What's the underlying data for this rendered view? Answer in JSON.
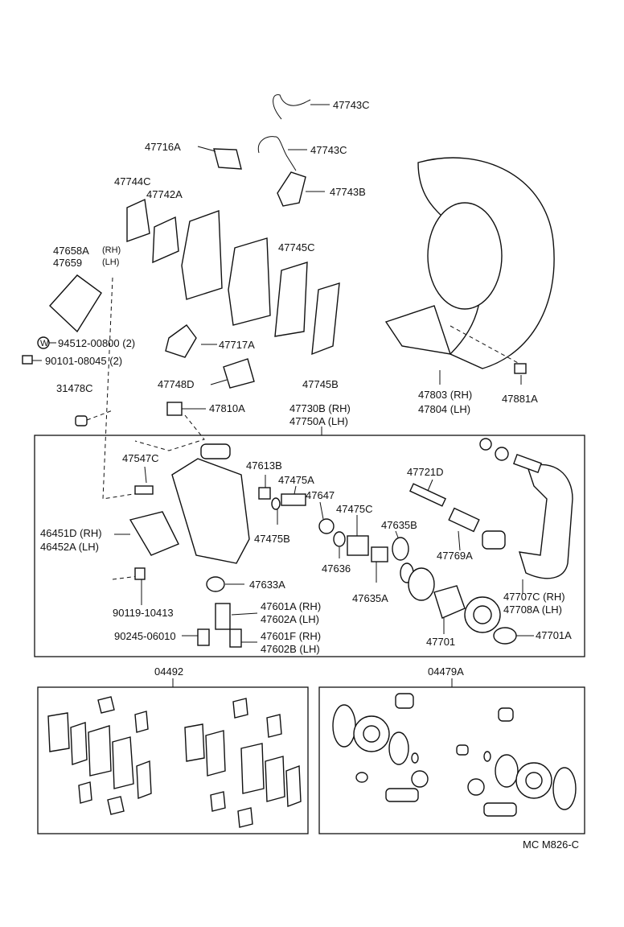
{
  "labels": {
    "l47743C_a": "47743C",
    "l47716A": "47716A",
    "l47743C_b": "47743C",
    "l47744C": "47744C",
    "l47742A": "47742A",
    "l47743B": "47743B",
    "l47658A": "47658A",
    "l47658A_rh": "(RH)",
    "l47659": "47659",
    "l47659_lh": "(LH)",
    "l47745C": "47745C",
    "l94512": "94512-00800 (2)",
    "l90101": "90101-08045 (2)",
    "l47717A": "47717A",
    "l47748D": "47748D",
    "l47745B": "47745B",
    "l47803": "47803 (RH)",
    "l47804": "47804 (LH)",
    "l47881A": "47881A",
    "l31478C": "31478C",
    "l47810A": "47810A",
    "l47730B": "47730B (RH)",
    "l47750A": "47750A (LH)",
    "l47547C": "47547C",
    "l47613B": "47613B",
    "l47475A": "47475A",
    "l47647": "47647",
    "l47721D": "47721D",
    "l47475C": "47475C",
    "l47635B": "47635B",
    "l46451D": "46451D (RH)",
    "l46452A": "46452A (LH)",
    "l47475B": "47475B",
    "l47636": "47636",
    "l47769A": "47769A",
    "l47635A": "47635A",
    "l47633A": "47633A",
    "l47707C": "47707C (RH)",
    "l47708A": "47708A (LH)",
    "l90119": "90119-10413",
    "l47601A": "47601A (RH)",
    "l47602A": "47602A (LH)",
    "l90245": "90245-06010",
    "l47601F": "47601F (RH)",
    "l47602B": "47602B (LH)",
    "l47701": "47701",
    "l47701A": "47701A",
    "l04492": "04492",
    "l04479A": "04479A",
    "footer": "MC M826-C",
    "washer_mark": "W"
  }
}
